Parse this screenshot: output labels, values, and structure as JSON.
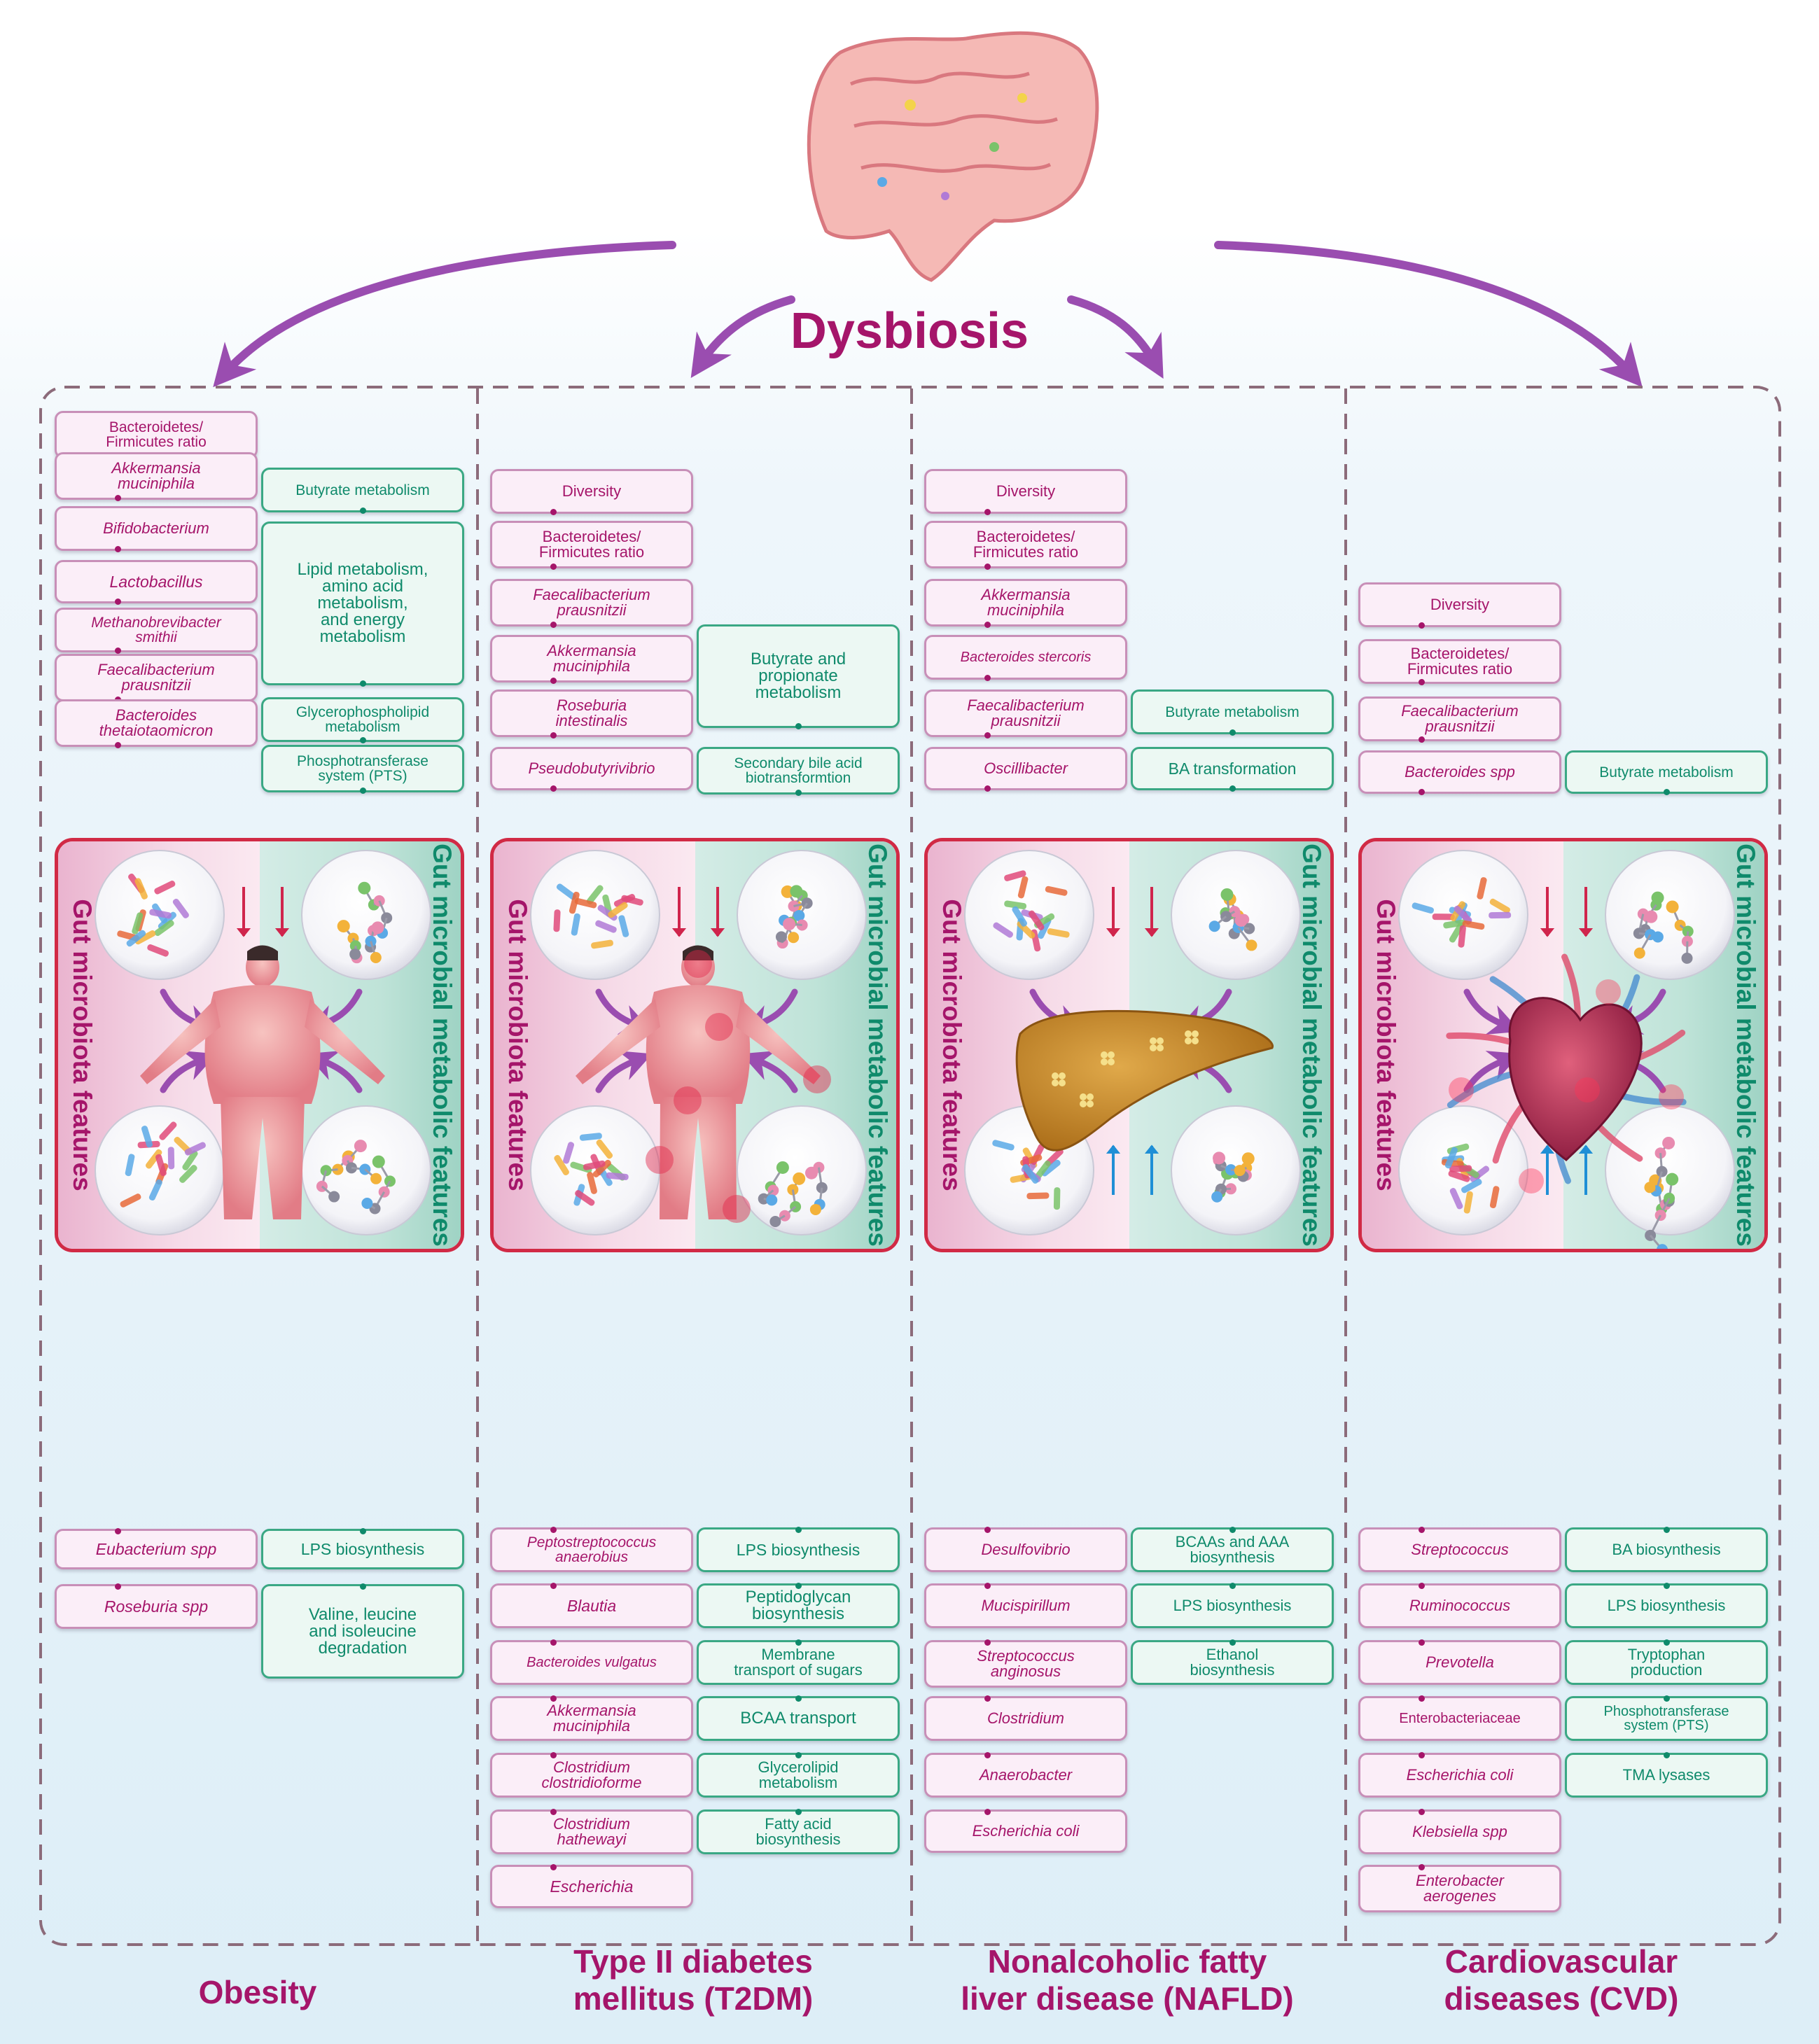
{
  "title": "Dysbiosis",
  "side_labels": {
    "left": "Gut microbiota features",
    "right": "Gut microbial metabolic features"
  },
  "colors": {
    "magenta": "#a5156a",
    "teal": "#0f8a6b",
    "arrow": "#9a4db0",
    "frame_red": "#d12a45",
    "down_arrow": "#d0254c",
    "up_arrow": "#1f8fd6"
  },
  "panels": [
    {
      "disease": [
        "Obesity"
      ],
      "icon": "obese-person-icon",
      "top_left": [
        {
          "lines": [
            "Bacteroidetes/",
            "Firmicutes ratio"
          ],
          "italic": false
        },
        {
          "lines": [
            "Akkermansia",
            "muciniphila"
          ],
          "italic": true
        },
        {
          "lines": [
            "Bifidobacterium"
          ],
          "italic": true
        },
        {
          "lines": [
            "Lactobacillus"
          ],
          "italic": true
        },
        {
          "lines": [
            "Methanobrevibacter",
            "smithii"
          ],
          "italic": true
        },
        {
          "lines": [
            "Faecalibacterium",
            "prausnitzii"
          ],
          "italic": true
        },
        {
          "lines": [
            "Bacteroides",
            "thetaiotaomicron"
          ],
          "italic": true
        }
      ],
      "top_right": [
        {
          "lines": [
            "Butyrate metabolism"
          ]
        },
        {
          "lines": [
            "Lipid metabolism,",
            "amino acid",
            "metabolism,",
            "and energy",
            "metabolism"
          ]
        },
        {
          "lines": [
            "Glycerophospholipid",
            "metabolism"
          ]
        },
        {
          "lines": [
            "Phosphotransferase",
            "system (PTS)"
          ]
        }
      ],
      "bottom_left": [
        {
          "lines": [
            "Eubacterium spp"
          ],
          "italic": true
        },
        {
          "lines": [
            "Roseburia spp"
          ],
          "italic": true
        }
      ],
      "bottom_right": [
        {
          "lines": [
            "LPS biosynthesis"
          ]
        },
        {
          "lines": [
            "Valine, leucine",
            "and isoleucine",
            "degradation"
          ]
        }
      ]
    },
    {
      "disease": [
        "Type II diabetes",
        "mellitus (T2DM)"
      ],
      "icon": "diabetic-person-icon",
      "top_left": [
        {
          "lines": [
            "Diversity"
          ],
          "italic": false
        },
        {
          "lines": [
            "Bacteroidetes/",
            "Firmicutes ratio"
          ],
          "italic": false
        },
        {
          "lines": [
            "Faecalibacterium",
            "prausnitzii"
          ],
          "italic": true
        },
        {
          "lines": [
            "Akkermansia",
            "muciniphila"
          ],
          "italic": true
        },
        {
          "lines": [
            "Roseburia",
            "intestinalis"
          ],
          "italic": true
        },
        {
          "lines": [
            "Pseudobutyrivibrio"
          ],
          "italic": true
        }
      ],
      "top_right": [
        {
          "lines": [
            "Butyrate and",
            "propionate",
            "metabolism"
          ]
        },
        {
          "lines": [
            "Secondary bile acid",
            "biotransformtion"
          ]
        }
      ],
      "bottom_left": [
        {
          "lines": [
            "Peptostreptococcus",
            "anaerobius"
          ],
          "italic": true
        },
        {
          "lines": [
            "Blautia"
          ],
          "italic": true
        },
        {
          "lines": [
            "Bacteroides vulgatus"
          ],
          "italic": true
        },
        {
          "lines": [
            "Akkermansia",
            "muciniphila"
          ],
          "italic": true
        },
        {
          "lines": [
            "Clostridium",
            "clostridioforme"
          ],
          "italic": true
        },
        {
          "lines": [
            "Clostridium",
            "hathewayi"
          ],
          "italic": true
        },
        {
          "lines": [
            "Escherichia"
          ],
          "italic": true
        }
      ],
      "bottom_right": [
        {
          "lines": [
            "LPS biosynthesis"
          ]
        },
        {
          "lines": [
            "Peptidoglycan",
            "biosynthesis"
          ]
        },
        {
          "lines": [
            "Membrane",
            "transport of sugars"
          ]
        },
        {
          "lines": [
            "BCAA transport"
          ]
        },
        {
          "lines": [
            "Glycerolipid",
            "metabolism"
          ]
        },
        {
          "lines": [
            "Fatty acid",
            "biosynthesis"
          ]
        }
      ]
    },
    {
      "disease": [
        "Nonalcoholic fatty",
        "liver disease (NAFLD)"
      ],
      "icon": "liver-icon",
      "top_left": [
        {
          "lines": [
            "Diversity"
          ],
          "italic": false
        },
        {
          "lines": [
            "Bacteroidetes/",
            "Firmicutes ratio"
          ],
          "italic": false
        },
        {
          "lines": [
            "Akkermansia",
            "muciniphila"
          ],
          "italic": true
        },
        {
          "lines": [
            "Bacteroides stercoris"
          ],
          "italic": true
        },
        {
          "lines": [
            "Faecalibacterium",
            "prausnitzii"
          ],
          "italic": true
        },
        {
          "lines": [
            "Oscillibacter"
          ],
          "italic": true
        }
      ],
      "top_right": [
        {
          "lines": [
            "Butyrate metabolism"
          ]
        },
        {
          "lines": [
            "BA transformation"
          ]
        }
      ],
      "bottom_left": [
        {
          "lines": [
            "Desulfovibrio"
          ],
          "italic": true
        },
        {
          "lines": [
            "Mucispirillum"
          ],
          "italic": true
        },
        {
          "lines": [
            "Streptococcus",
            "anginosus"
          ],
          "italic": true
        },
        {
          "lines": [
            "Clostridium"
          ],
          "italic": true
        },
        {
          "lines": [
            "Anaerobacter"
          ],
          "italic": true
        },
        {
          "lines": [
            "Escherichia coli"
          ],
          "italic": true
        }
      ],
      "bottom_right": [
        {
          "lines": [
            "BCAAs and AAA",
            "biosynthesis"
          ]
        },
        {
          "lines": [
            "LPS biosynthesis"
          ]
        },
        {
          "lines": [
            "Ethanol",
            "biosynthesis"
          ]
        }
      ]
    },
    {
      "disease": [
        "Cardiovascular",
        "diseases (CVD)"
      ],
      "icon": "heart-icon",
      "top_left": [
        {
          "lines": [
            "Diversity"
          ],
          "italic": false
        },
        {
          "lines": [
            "Bacteroidetes/",
            "Firmicutes ratio"
          ],
          "italic": false
        },
        {
          "lines": [
            "Faecalibacterium",
            "prausnitzii"
          ],
          "italic": true
        },
        {
          "lines": [
            "Bacteroides spp"
          ],
          "italic": true
        }
      ],
      "top_right": [
        {
          "lines": [
            "Butyrate metabolism"
          ]
        }
      ],
      "bottom_left": [
        {
          "lines": [
            "Streptococcus"
          ],
          "italic": true
        },
        {
          "lines": [
            "Ruminococcus"
          ],
          "italic": true
        },
        {
          "lines": [
            "Prevotella"
          ],
          "italic": true
        },
        {
          "lines": [
            "Enterobacteriaceae"
          ],
          "italic": false
        },
        {
          "lines": [
            "Escherichia coli"
          ],
          "italic": true
        },
        {
          "lines": [
            "Klebsiella spp"
          ],
          "italic": true
        },
        {
          "lines": [
            "Enterobacter",
            "aerogenes"
          ],
          "italic": true
        }
      ],
      "bottom_right": [
        {
          "lines": [
            "BA biosynthesis"
          ]
        },
        {
          "lines": [
            "LPS biosynthesis"
          ]
        },
        {
          "lines": [
            "Tryptophan",
            "production"
          ]
        },
        {
          "lines": [
            "Phosphotransferase",
            "system (PTS)"
          ]
        },
        {
          "lines": [
            "TMA lysases"
          ]
        }
      ]
    }
  ]
}
